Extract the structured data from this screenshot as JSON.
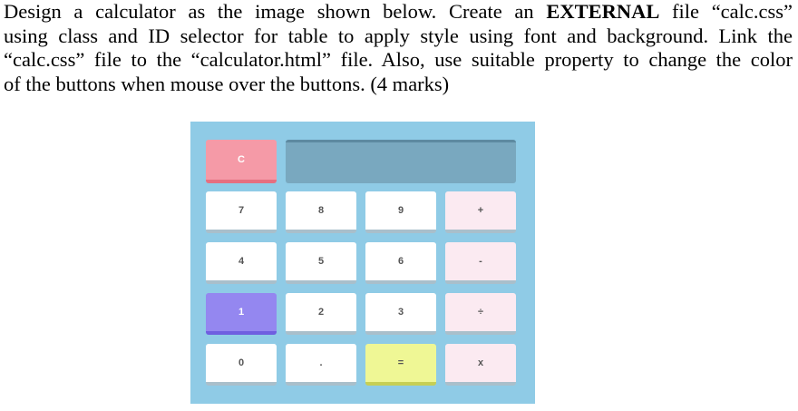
{
  "question": {
    "line1_pre": "Design a calculator as the image shown below. Create an ",
    "line1_bold": "EXTERNAL",
    "line1_post": " file “calc.css”",
    "line2": "using class and ID selector for table to apply style using font and background. Link the",
    "line3": "“calc.css” file to the “calculator.html” file. Also, use suitable property to change the color",
    "line4": "of the buttons when mouse over the buttons. (4 marks)"
  },
  "calculator": {
    "display_value": "",
    "buttons": {
      "clear": "C",
      "seven": "7",
      "eight": "8",
      "nine": "9",
      "plus": "+",
      "four": "4",
      "five": "5",
      "six": "6",
      "minus": "-",
      "one": "1",
      "two": "2",
      "three": "3",
      "divide": "÷",
      "zero": "0",
      "dot": ".",
      "equals": "=",
      "multiply": "x"
    },
    "colors": {
      "background": "#8fcbe6",
      "display": "#79a8bf",
      "clear": "#f59aa7",
      "one": "#9487f0",
      "equals": "#eff795",
      "operator": "#fbeaf1",
      "number": "#ffffff"
    }
  }
}
